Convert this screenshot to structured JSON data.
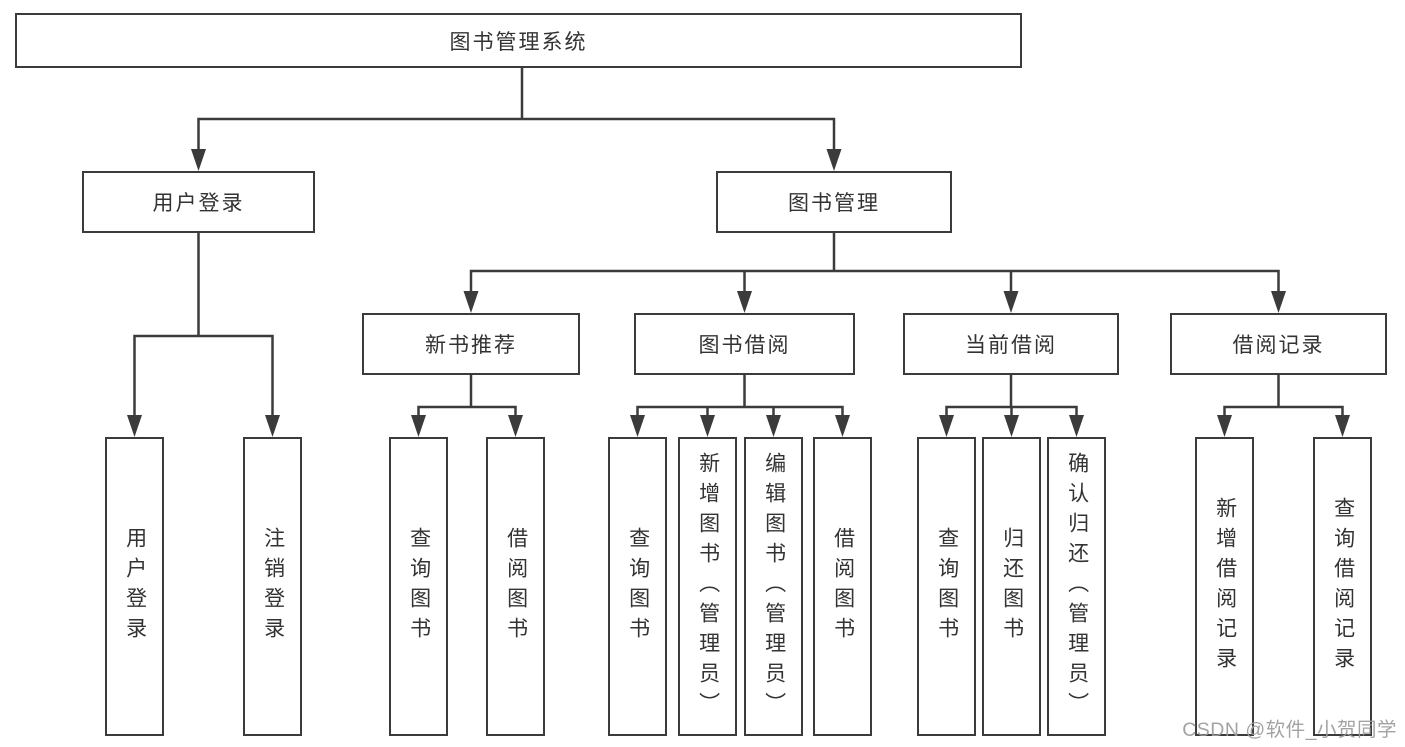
{
  "diagram": {
    "root": {
      "label": "图书管理系统"
    },
    "branches": [
      {
        "label": "用户登录",
        "children": [
          {
            "label": "用户登录"
          },
          {
            "label": "注销登录"
          }
        ]
      },
      {
        "label": "图书管理",
        "children": [
          {
            "label": "新书推荐",
            "children": [
              {
                "label": "查询图书"
              },
              {
                "label": "借阅图书"
              }
            ]
          },
          {
            "label": "图书借阅",
            "children": [
              {
                "label": "查询图书"
              },
              {
                "label": "新增图书（管理员）"
              },
              {
                "label": "编辑图书（管理员）"
              },
              {
                "label": "借阅图书"
              }
            ]
          },
          {
            "label": "当前借阅",
            "children": [
              {
                "label": "查询图书"
              },
              {
                "label": "归还图书"
              },
              {
                "label": "确认归还（管理员）"
              }
            ]
          },
          {
            "label": "借阅记录",
            "children": [
              {
                "label": "新增借阅记录"
              },
              {
                "label": "查询借阅记录"
              }
            ]
          }
        ]
      }
    ]
  },
  "watermark": {
    "text": "CSDN @软件_小贺同学"
  },
  "colors": {
    "line": "#3b3b3b",
    "box_border": "#3b3b3b",
    "text": "#333333",
    "background": "#ffffff",
    "watermark": "#9b9b9b"
  }
}
